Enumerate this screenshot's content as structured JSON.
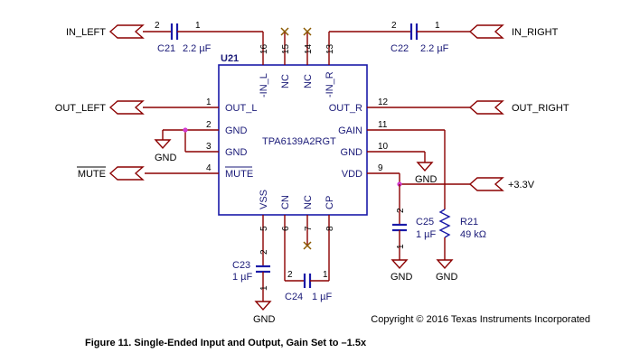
{
  "nets": {
    "in_left": "IN_LEFT",
    "in_right": "IN_RIGHT",
    "out_left": "OUT_LEFT",
    "out_right": "OUT_RIGHT",
    "mute": "MUTE",
    "supply": "+3.3V",
    "gnd": "GND"
  },
  "ic": {
    "ref": "U21",
    "part": "TPA6139A2RGT",
    "pins_left": [
      {
        "name": "OUT_L",
        "num": "1"
      },
      {
        "name": "GND",
        "num": "2"
      },
      {
        "name": "GND",
        "num": "3"
      },
      {
        "name": "MUTE",
        "num": "4"
      }
    ],
    "pins_right": [
      {
        "name": "OUT_R",
        "num": "12"
      },
      {
        "name": "GAIN",
        "num": "11"
      },
      {
        "name": "GND",
        "num": "10"
      },
      {
        "name": "VDD",
        "num": "9"
      }
    ],
    "pins_top": [
      {
        "name": "-IN_L",
        "num": "16"
      },
      {
        "name": "NC",
        "num": "15"
      },
      {
        "name": "NC",
        "num": "14"
      },
      {
        "name": "-IN_R",
        "num": "13"
      }
    ],
    "pins_bottom": [
      {
        "name": "VSS",
        "num": "5"
      },
      {
        "name": "CN",
        "num": "6"
      },
      {
        "name": "NC",
        "num": "7"
      },
      {
        "name": "CP",
        "num": "8"
      }
    ]
  },
  "components": {
    "c21": {
      "ref": "C21",
      "value": "2.2 µF",
      "pin1": "1",
      "pin2": "2"
    },
    "c22": {
      "ref": "C22",
      "value": "2.2 µF",
      "pin1": "1",
      "pin2": "2"
    },
    "c23": {
      "ref": "C23",
      "value": "1 µF",
      "pin1": "1",
      "pin2": "2"
    },
    "c24": {
      "ref": "C24",
      "value": "1 µF",
      "pin1": "1",
      "pin2": "2"
    },
    "c25": {
      "ref": "C25",
      "value": "1 µF",
      "pin1": "1",
      "pin2": "2"
    },
    "r21": {
      "ref": "R21",
      "value": "49 kΩ"
    }
  },
  "copyright": "Copyright © 2016 Texas Instruments Incorporated",
  "caption": "Figure 11.  Single-Ended Input and Output, Gain Set to –1.5x"
}
